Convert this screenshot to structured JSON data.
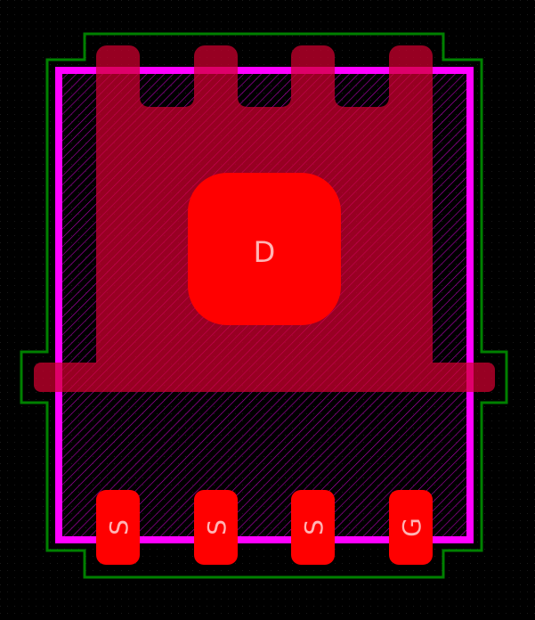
{
  "footprint": {
    "center_pad": {
      "label": "D"
    },
    "bottom_pads": [
      {
        "label": "S"
      },
      {
        "label": "S"
      },
      {
        "label": "S"
      },
      {
        "label": "G"
      }
    ]
  },
  "colors": {
    "background": "#000000",
    "courtyard": "#008000",
    "fab_outline": "#ff00ff",
    "pad": "#ff0000",
    "drain_copper": "#b0002a",
    "pad_label": "#ffb4b4"
  }
}
